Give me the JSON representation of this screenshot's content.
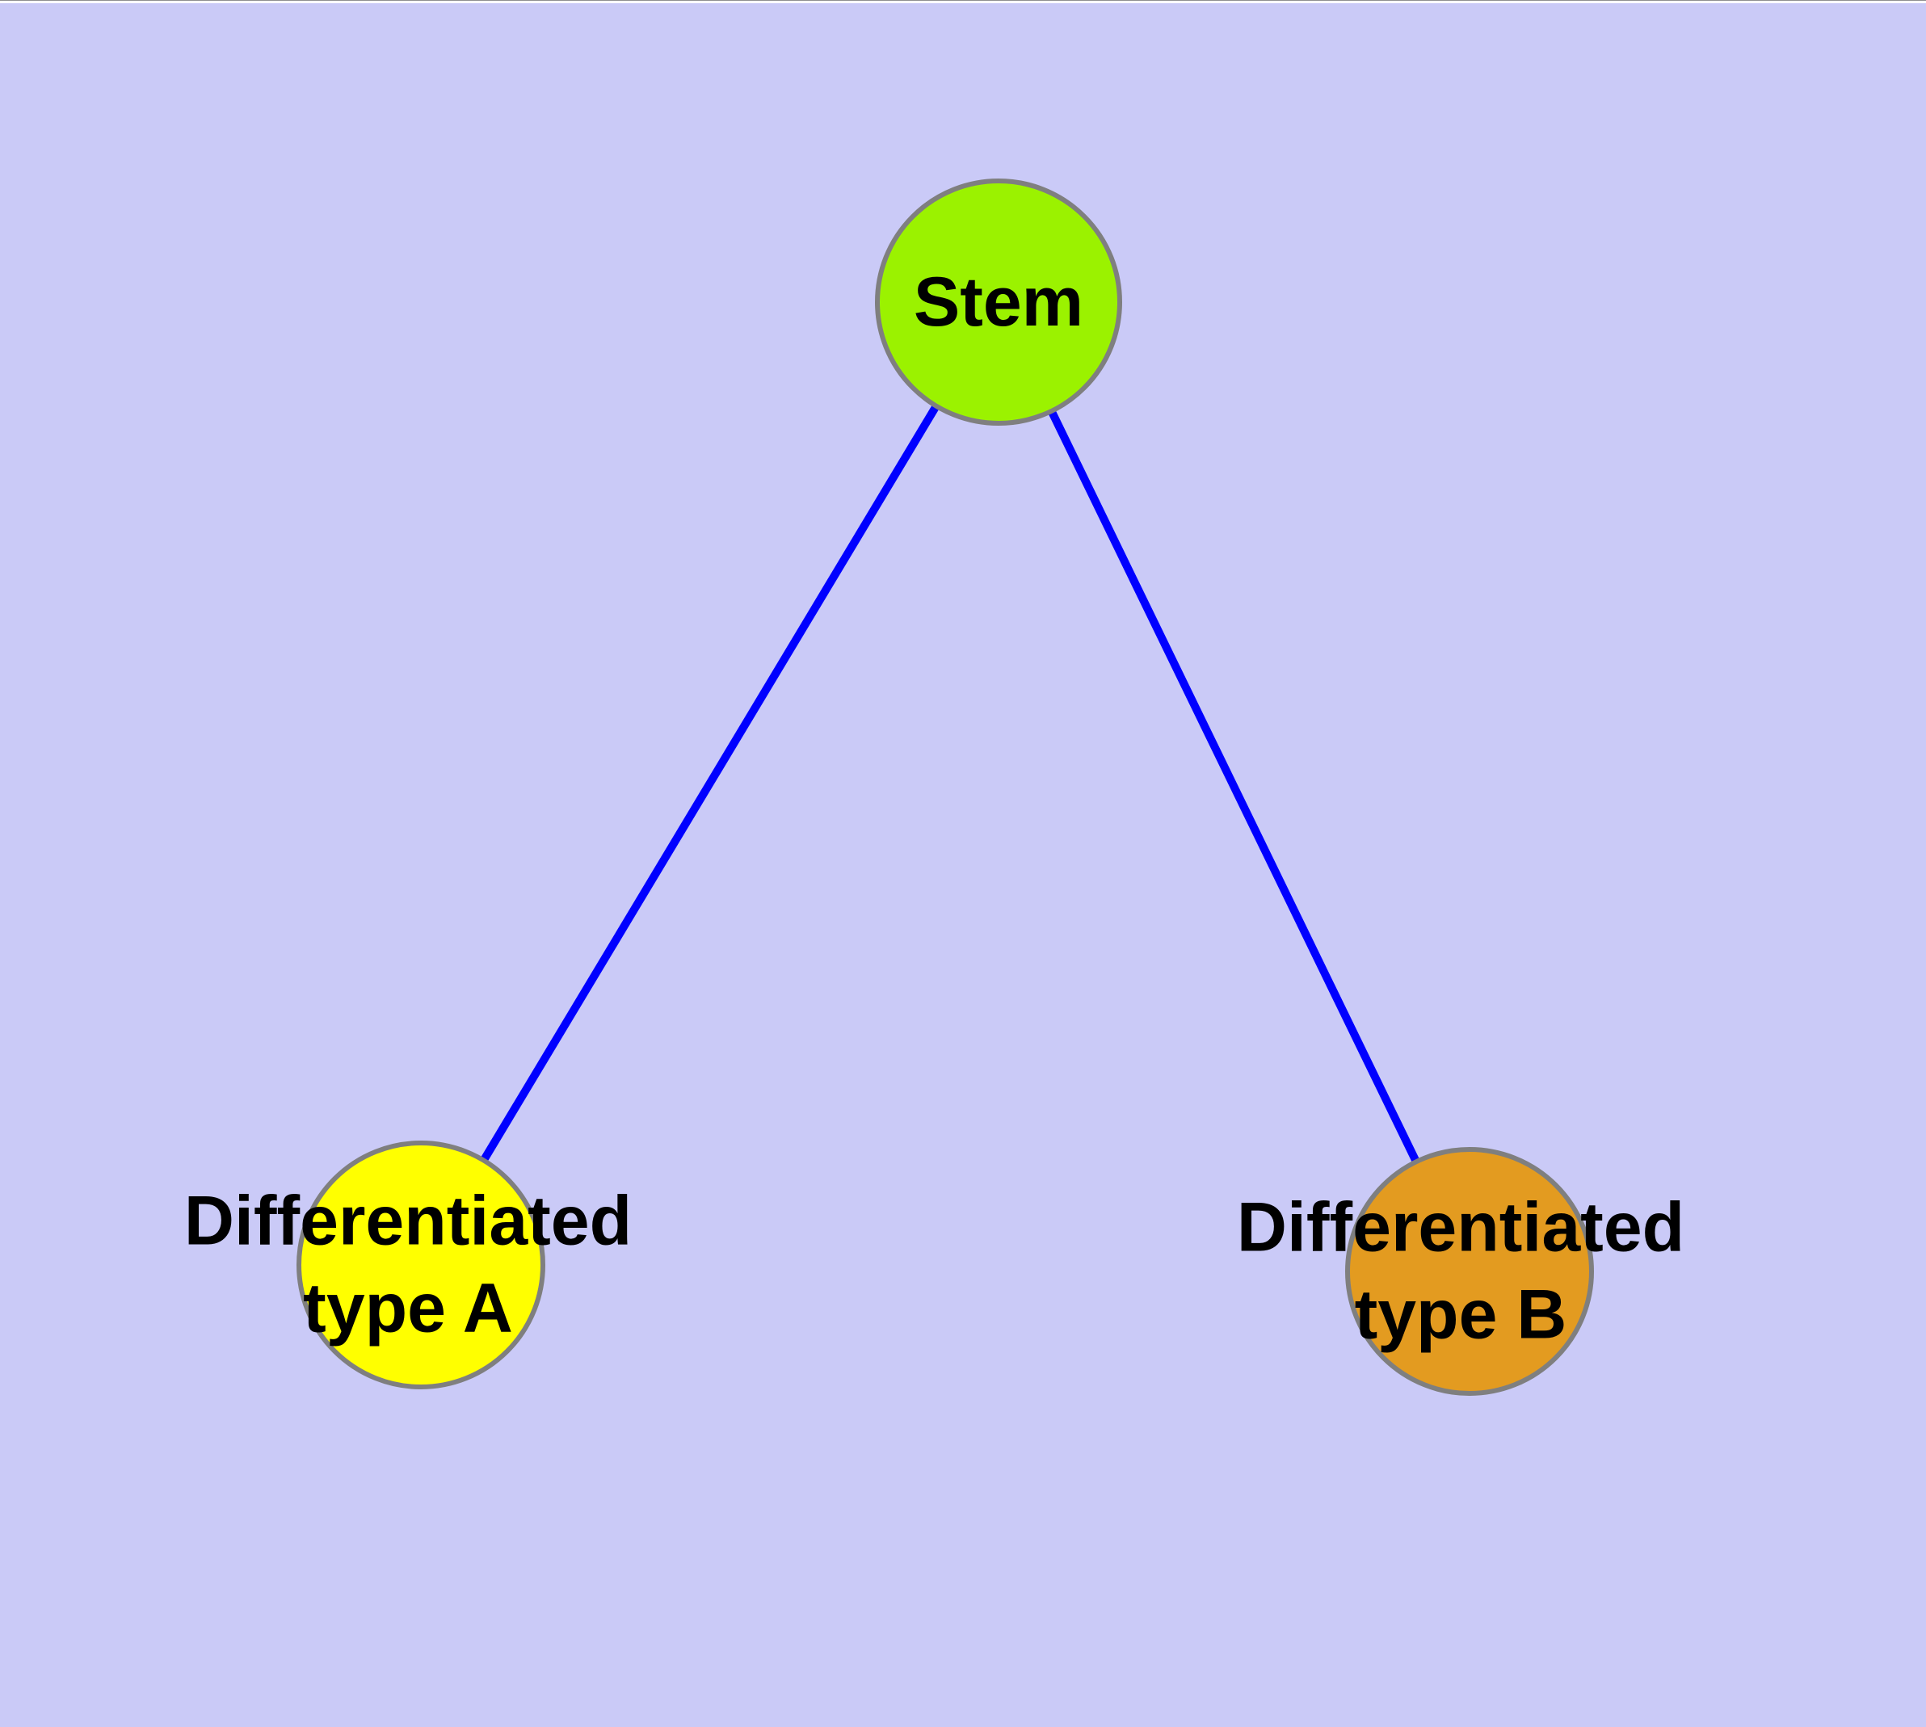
{
  "diagram": {
    "background_color": "#cacaf7",
    "edge_color": "#0000ff",
    "node_border_color": "#7f7f7f",
    "label_color": "#000000",
    "nodes": [
      {
        "id": "stem",
        "label": "Stem",
        "fill": "#9bf200"
      },
      {
        "id": "diff-a",
        "label_line1": "Differentiated",
        "label_line2": "type A",
        "fill": "#ffff00"
      },
      {
        "id": "diff-b",
        "label_line1": "Differentiated",
        "label_line2": "type B",
        "fill": "#e39b20"
      }
    ],
    "edges": [
      {
        "from": "Stem",
        "to": "Differentiated type A"
      },
      {
        "from": "Stem",
        "to": "Differentiated type B"
      }
    ]
  }
}
